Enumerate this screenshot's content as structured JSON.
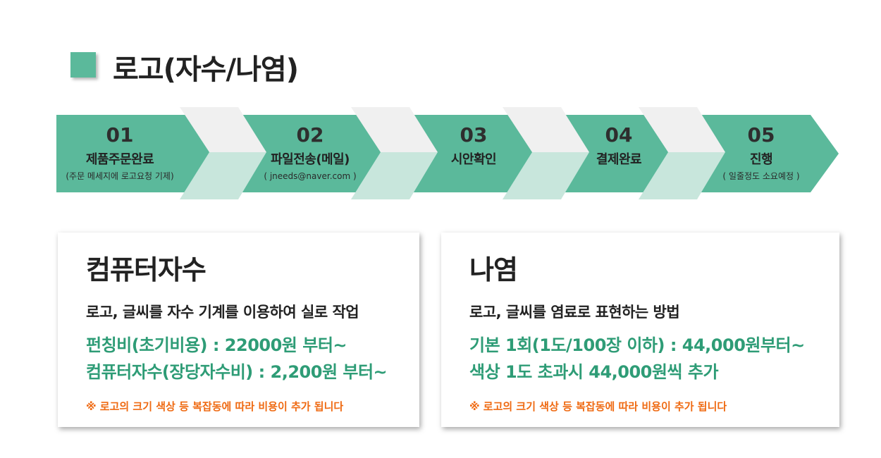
{
  "title": "로고(자수/나염)",
  "colors": {
    "accent": "#5bb99b",
    "price": "#2e9c76",
    "note": "#ef6a12"
  },
  "steps": [
    {
      "num": "01",
      "label": "제품주문완료",
      "note": "(주문 메세지에 로고요청 기제)"
    },
    {
      "num": "02",
      "label": "파일전송(메일)",
      "note": "( jneeds@naver.com )"
    },
    {
      "num": "03",
      "label": "시안확인",
      "note": ""
    },
    {
      "num": "04",
      "label": "결제완료",
      "note": ""
    },
    {
      "num": "05",
      "label": "진행",
      "note": "( 일줄정도 소요예정 )"
    }
  ],
  "cards": [
    {
      "title": "컴퓨터자수",
      "desc": "로고, 글씨를 자수 기계를 이용하여 실로 작업",
      "prices": [
        "펀칭비(초기비용) : 22000원 부터~",
        "컴퓨터자수(장당자수비) : 2,200원 부터~"
      ],
      "note": "※ 로고의 크기 색상 등 복잡동에 따라 비용이 추가 됩니다"
    },
    {
      "title": "나염",
      "desc": "로고, 글씨를 염료로 표현하는 방법",
      "prices": [
        "기본 1회(1도/100장 이하) : 44,000원부터~",
        "색상 1도 초과시 44,000원씩 추가"
      ],
      "note": "※ 로고의 크기 색상 등 복잡동에 따라 비용이 추가 됩니다"
    }
  ]
}
